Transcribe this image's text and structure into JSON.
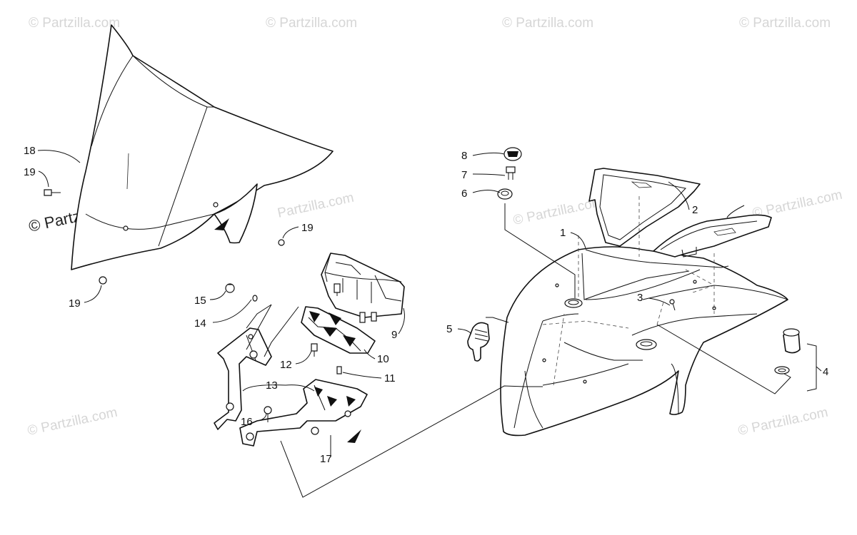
{
  "watermark": {
    "main_text": "© Partzilla.com",
    "repeat_text": "© Partzilla.com",
    "faint_text": "Partzilla.com"
  },
  "callouts": {
    "c1": "1",
    "c2": "2",
    "c3": "3",
    "c4": "4",
    "c5": "5",
    "c6": "6",
    "c7": "7",
    "c8": "8",
    "c9": "9",
    "c10": "10",
    "c11": "11",
    "c12": "12",
    "c13": "13",
    "c14": "14",
    "c15": "15",
    "c16": "16",
    "c17": "17",
    "c18": "18",
    "c19a": "19",
    "c19b": "19",
    "c19c": "19"
  },
  "colors": {
    "line": "#111111",
    "watermark": "#d6d6d6",
    "background": "#ffffff"
  }
}
